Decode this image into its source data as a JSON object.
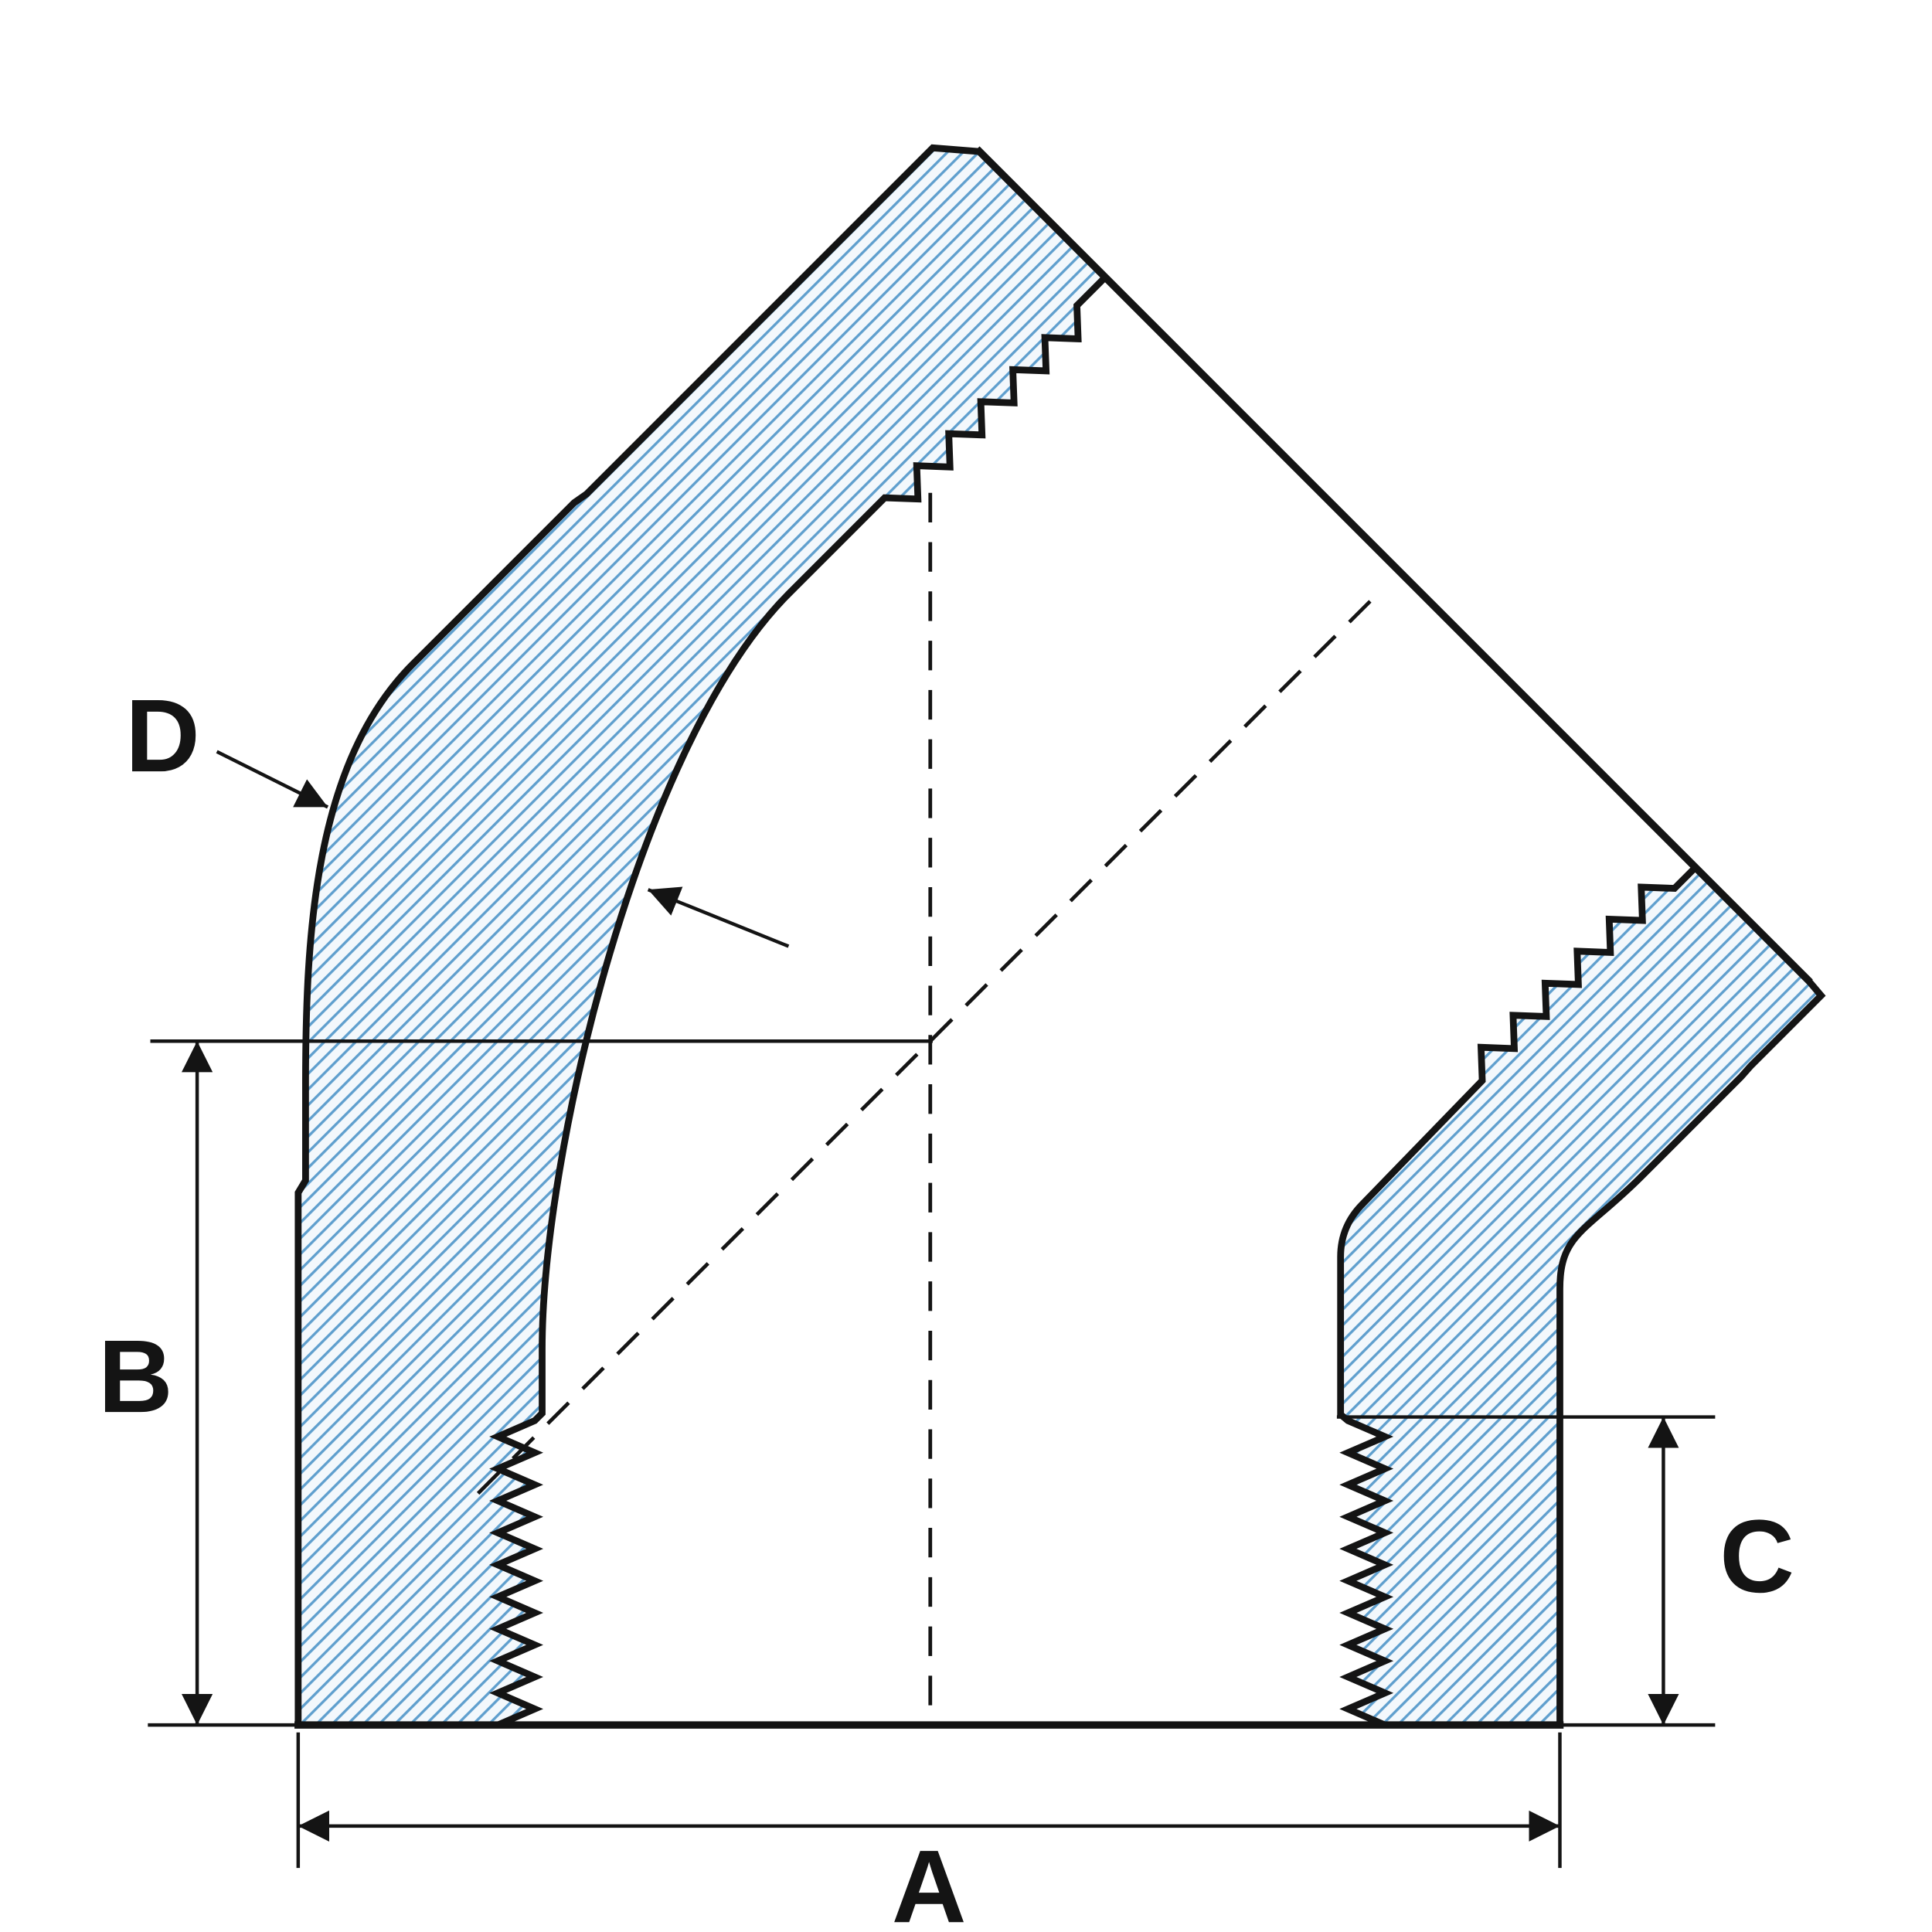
{
  "diagram": {
    "labels": {
      "a": "A",
      "b": "B",
      "c": "C",
      "d": "D"
    },
    "colors": {
      "outline": "#141414",
      "dimension_line": "#141414",
      "hatch_line": "#5f9fce",
      "hatch_background": "#f3f8fc",
      "page_background": "#ffffff"
    }
  }
}
